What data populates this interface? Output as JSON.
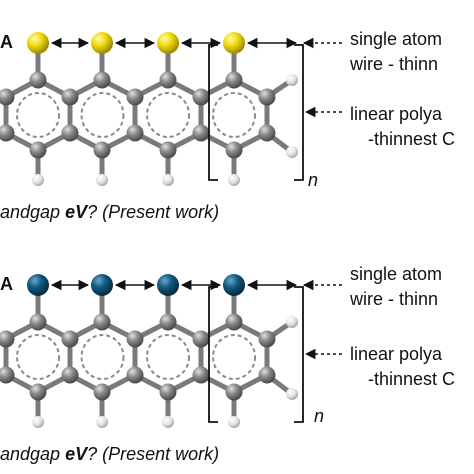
{
  "panels": [
    {
      "label": "A",
      "adatom_color": "#e8d20c",
      "wire_label_line1": "single atom",
      "wire_label_line2": "wire - thinn",
      "acene_label_line1": "linear polya",
      "acene_label_line2": "-thinnest C",
      "repeat_symbol": "n",
      "caption_prefix": "andgap ",
      "caption_bold": "eV",
      "caption_suffix": "? (Present work)"
    },
    {
      "label": "A",
      "adatom_color": "#114e73",
      "wire_label_line1": "single atom",
      "wire_label_line2": "wire - thinn",
      "acene_label_line1": "linear polya",
      "acene_label_line2": "-thinnest C",
      "repeat_symbol": "n",
      "caption_prefix": "andgap ",
      "caption_bold": "eV",
      "caption_suffix": "? (Present work)"
    }
  ],
  "colors": {
    "carbon": "#8a8a8a",
    "hydrogen": "#e6e6e6",
    "bond": "#7f7f7f",
    "text": "#111111"
  }
}
